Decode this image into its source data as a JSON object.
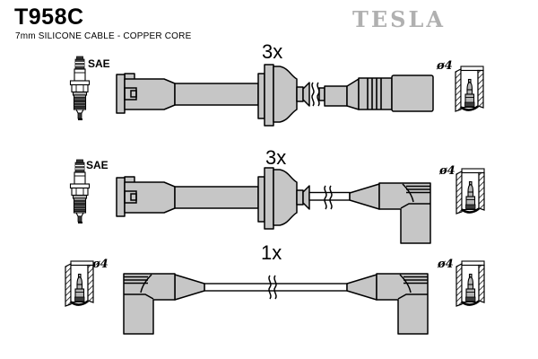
{
  "header": {
    "part_number": "T958C",
    "subtitle": "7mm SILICONE CABLE - COPPER CORE",
    "brand_logo": "TESLA"
  },
  "labels": {
    "row1": {
      "plug_type": "SAE",
      "quantity": "3x",
      "terminal_diameter": "ø4"
    },
    "row2": {
      "plug_type": "SAE",
      "quantity": "3x",
      "terminal_diameter": "ø4"
    },
    "row3": {
      "quantity": "1x",
      "terminal_diameter_left": "ø4",
      "terminal_diameter_right": "ø4"
    }
  },
  "icons": {
    "spark_plug": "spark-plug-icon",
    "terminal_socket": "terminal-cross-section-icon",
    "cable_break": "cable-break-icon"
  },
  "colors": {
    "part_fill": "#c6c6c6",
    "outline": "#000000",
    "brand_logo": "#b0b0b0",
    "background": "#ffffff"
  }
}
